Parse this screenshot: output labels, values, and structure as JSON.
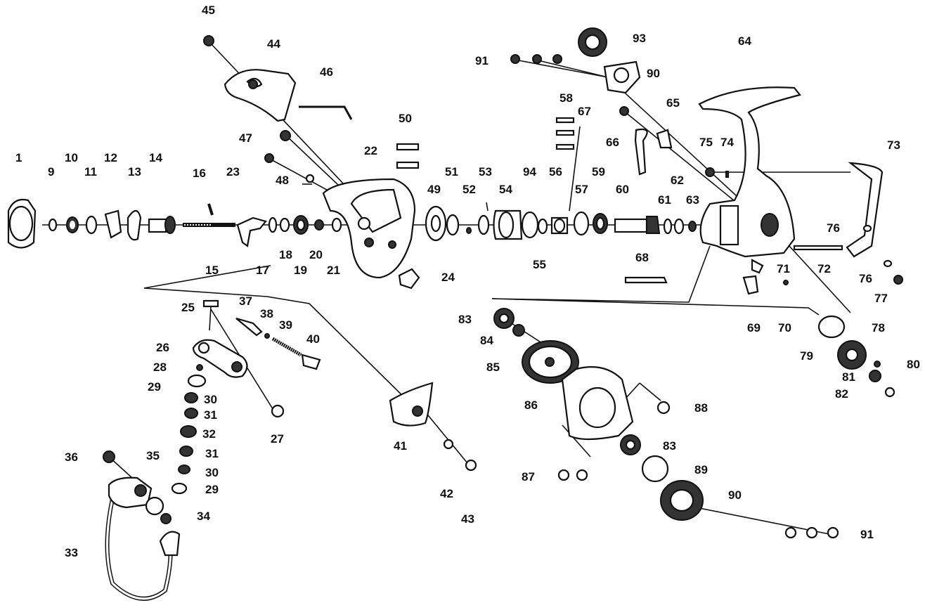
{
  "diagram": {
    "part_numbers": [
      "1",
      "9",
      "10",
      "11",
      "12",
      "13",
      "14",
      "15",
      "16",
      "17",
      "18",
      "19",
      "20",
      "21",
      "22",
      "23",
      "24",
      "25",
      "26",
      "27",
      "28",
      "29",
      "30",
      "31",
      "32",
      "33",
      "34",
      "35",
      "36",
      "37",
      "38",
      "39",
      "40",
      "41",
      "42",
      "43",
      "44",
      "45",
      "46",
      "47",
      "48",
      "49",
      "50",
      "51",
      "52",
      "53",
      "54",
      "55",
      "56",
      "57",
      "58",
      "59",
      "60",
      "61",
      "62",
      "63",
      "64",
      "65",
      "66",
      "67",
      "68",
      "69",
      "70",
      "71",
      "72",
      "73",
      "74",
      "75",
      "76",
      "77",
      "78",
      "79",
      "80",
      "81",
      "82",
      "83",
      "84",
      "85",
      "86",
      "87",
      "88",
      "89",
      "90",
      "91",
      "93",
      "94"
    ],
    "labels": [
      {
        "text": "1"
      },
      {
        "text": "9"
      },
      {
        "text": "10"
      },
      {
        "text": "11"
      },
      {
        "text": "12"
      },
      {
        "text": "13"
      },
      {
        "text": "14"
      },
      {
        "text": "15"
      },
      {
        "text": "16"
      },
      {
        "text": "17"
      },
      {
        "text": "18"
      },
      {
        "text": "19"
      },
      {
        "text": "20"
      },
      {
        "text": "21"
      },
      {
        "text": "22"
      },
      {
        "text": "23"
      },
      {
        "text": "24"
      },
      {
        "text": "25"
      },
      {
        "text": "26"
      },
      {
        "text": "27"
      },
      {
        "text": "28"
      },
      {
        "text": "29"
      },
      {
        "text": "29"
      },
      {
        "text": "30"
      },
      {
        "text": "30"
      },
      {
        "text": "31"
      },
      {
        "text": "31"
      },
      {
        "text": "32"
      },
      {
        "text": "33"
      },
      {
        "text": "34"
      },
      {
        "text": "35"
      },
      {
        "text": "36"
      },
      {
        "text": "37"
      },
      {
        "text": "38"
      },
      {
        "text": "39"
      },
      {
        "text": "40"
      },
      {
        "text": "41"
      },
      {
        "text": "42"
      },
      {
        "text": "43"
      },
      {
        "text": "44"
      },
      {
        "text": "45"
      },
      {
        "text": "46"
      },
      {
        "text": "47"
      },
      {
        "text": "48"
      },
      {
        "text": "49"
      },
      {
        "text": "50"
      },
      {
        "text": "51"
      },
      {
        "text": "52"
      },
      {
        "text": "53"
      },
      {
        "text": "54"
      },
      {
        "text": "55"
      },
      {
        "text": "56"
      },
      {
        "text": "57"
      },
      {
        "text": "58"
      },
      {
        "text": "59"
      },
      {
        "text": "60"
      },
      {
        "text": "61"
      },
      {
        "text": "62"
      },
      {
        "text": "63"
      },
      {
        "text": "64"
      },
      {
        "text": "65"
      },
      {
        "text": "66"
      },
      {
        "text": "67"
      },
      {
        "text": "68"
      },
      {
        "text": "69"
      },
      {
        "text": "70"
      },
      {
        "text": "71"
      },
      {
        "text": "72"
      },
      {
        "text": "73"
      },
      {
        "text": "74"
      },
      {
        "text": "75"
      },
      {
        "text": "76"
      },
      {
        "text": "76"
      },
      {
        "text": "77"
      },
      {
        "text": "78"
      },
      {
        "text": "79"
      },
      {
        "text": "80"
      },
      {
        "text": "81"
      },
      {
        "text": "82"
      },
      {
        "text": "83"
      },
      {
        "text": "83"
      },
      {
        "text": "84"
      },
      {
        "text": "85"
      },
      {
        "text": "86"
      },
      {
        "text": "87"
      },
      {
        "text": "88"
      },
      {
        "text": "89"
      },
      {
        "text": "90"
      },
      {
        "text": "90"
      },
      {
        "text": "91"
      },
      {
        "text": "91"
      },
      {
        "text": "93"
      },
      {
        "text": "94"
      }
    ]
  }
}
